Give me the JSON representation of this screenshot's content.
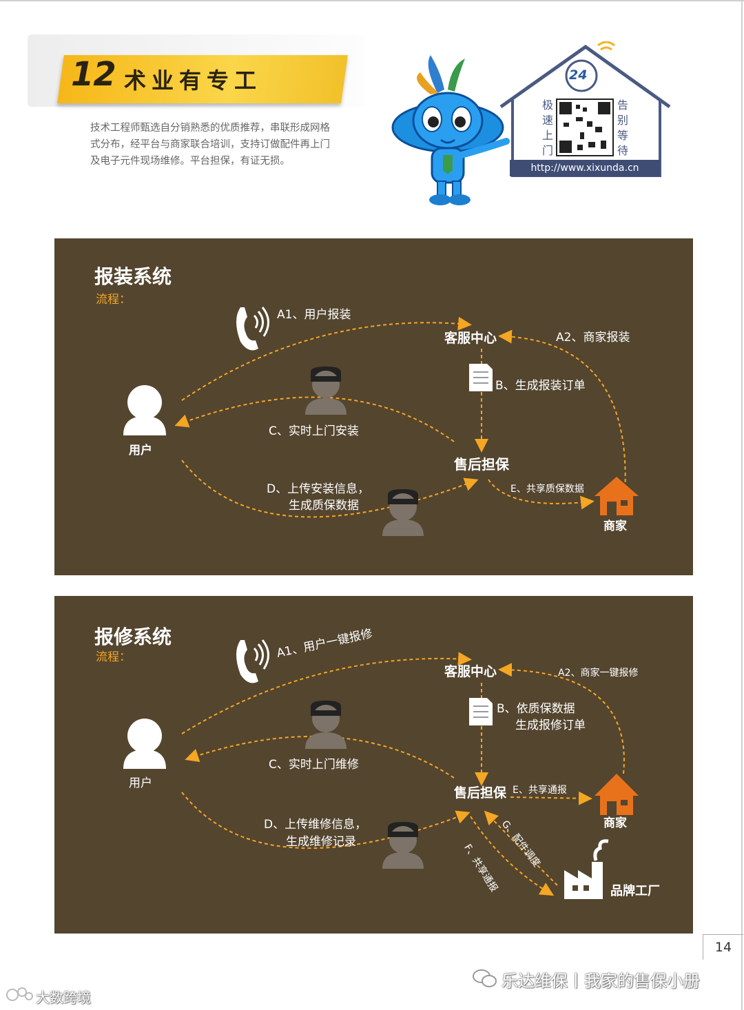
{
  "header": {
    "number": "12",
    "title": "术业有专工",
    "intro_lines": [
      "技术工程师甄选自分销熟悉的优质推荐，串联形成网格",
      "式分布，经平台与商家联合培训，支持订做配件再上门",
      "及电子元件现场维修。平台担保，有证无损。"
    ]
  },
  "promo": {
    "badge": "24",
    "left_chars": [
      "极",
      "速",
      "上",
      "门"
    ],
    "right_chars": [
      "告",
      "别",
      "等",
      "待"
    ],
    "url": "http://www.xixunda.cn"
  },
  "install_system": {
    "title": "报装系统",
    "subtitle": "流程：",
    "user": "用户",
    "service_center": "客服中心",
    "guarantee": "售后担保",
    "merchant": "商家",
    "a1": "A1、用户报装",
    "a2": "A2、商家报装",
    "b": "B、生成报装订单",
    "c": "C、实时上门安装",
    "d_line1": "D、上传安装信息，",
    "d_line2": "生成质保数据",
    "e": "E、共享质保数据"
  },
  "repair_system": {
    "title": "报修系统",
    "subtitle": "流程：",
    "user": "用户",
    "service_center": "客服中心",
    "guarantee": "售后担保",
    "merchant": "商家",
    "factory": "品牌工厂",
    "a1": "A1、用户一键报修",
    "a2": "A2、商家一键报修",
    "b_line1": "B、依质保数据",
    "b_line2": "生成报修订单",
    "c": "C、实时上门维修",
    "d_line1": "D、上传维修信息，",
    "d_line2": "生成维修记录",
    "e": "E、共享通报",
    "f": "F、共享通报",
    "g": "G、配件调度"
  },
  "footer": {
    "page_number": "14",
    "watermark_right": "乐达维保丨我家的售保小册",
    "watermark_left": "大数跨境"
  },
  "colors": {
    "panel": "#54452f",
    "accent": "#f5a623",
    "ribbon": "#f6b718",
    "merchant_icon": "#e8721c"
  }
}
